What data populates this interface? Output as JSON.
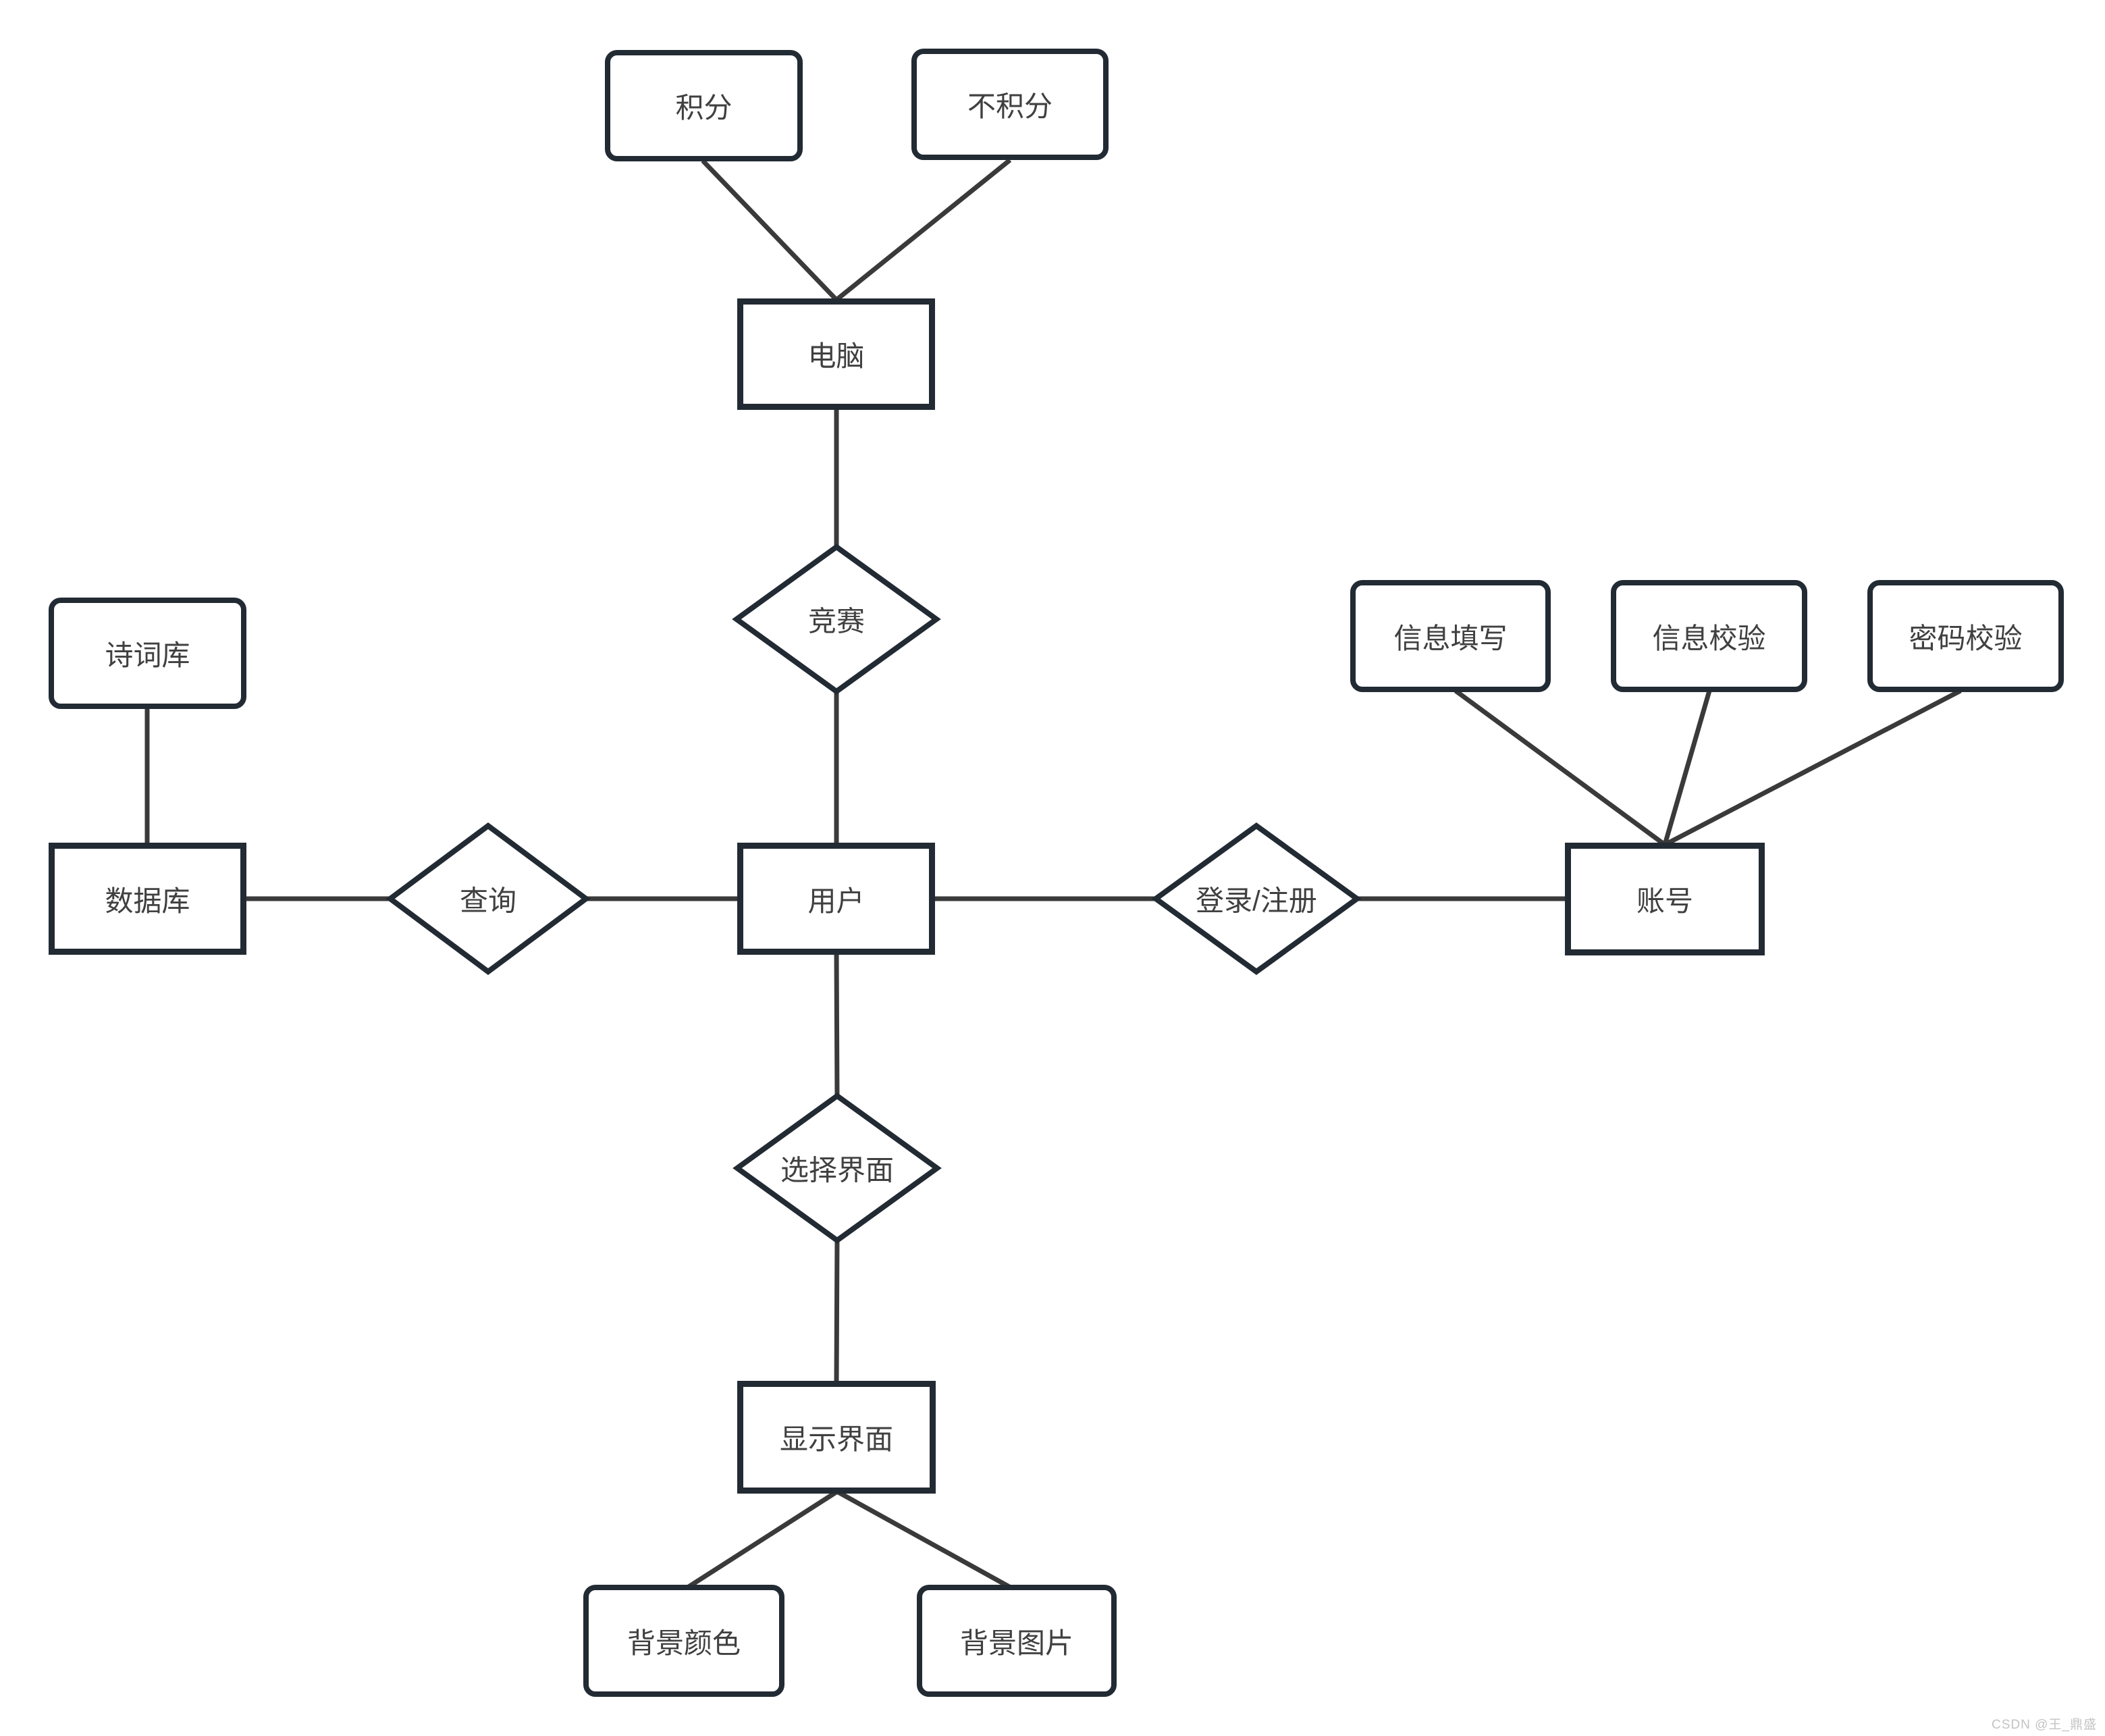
{
  "diagram": {
    "nodes": {
      "points": {
        "label": "积分",
        "shape": "rounded-rect"
      },
      "no_points": {
        "label": "不积分",
        "shape": "rounded-rect"
      },
      "computer": {
        "label": "电脑",
        "shape": "rect"
      },
      "competition": {
        "label": "竞赛",
        "shape": "diamond"
      },
      "poetry_library": {
        "label": "诗词库",
        "shape": "rounded-rect"
      },
      "database": {
        "label": "数据库",
        "shape": "rect"
      },
      "query": {
        "label": "查询",
        "shape": "diamond"
      },
      "user": {
        "label": "用户",
        "shape": "rect"
      },
      "login_register": {
        "label": "登录/注册",
        "shape": "diamond"
      },
      "account": {
        "label": "账号",
        "shape": "rect"
      },
      "info_fill": {
        "label": "信息填写",
        "shape": "rounded-rect"
      },
      "info_check": {
        "label": "信息校验",
        "shape": "rounded-rect"
      },
      "password_check": {
        "label": "密码校验",
        "shape": "rounded-rect"
      },
      "select_interface": {
        "label": "选择界面",
        "shape": "diamond"
      },
      "display_interface": {
        "label": "显示界面",
        "shape": "rect"
      },
      "background_color": {
        "label": "背景颜色",
        "shape": "rounded-rect"
      },
      "background_image": {
        "label": "背景图片",
        "shape": "rounded-rect"
      }
    },
    "watermark": {
      "text": "CSDN @王_鼎盛"
    },
    "colors": {
      "shape_stroke": "#222a33",
      "line_stroke": "#3a3a3a",
      "text": "#404040",
      "watermark": "#c3c3c3",
      "background": "#ffffff"
    }
  }
}
